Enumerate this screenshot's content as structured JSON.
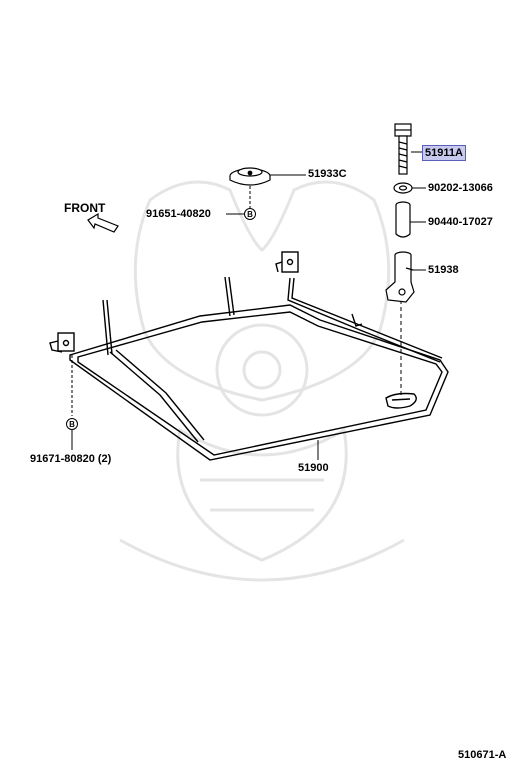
{
  "diagram": {
    "front_label": "FRONT",
    "ref_code": "510671-A",
    "parts": {
      "p51911A": "51911A",
      "p90202": "90202-13066",
      "p90440": "90440-17027",
      "p51938": "51938",
      "p51933C": "51933C",
      "p91651": "91651-40820",
      "p91671": "91671-80820 (2)",
      "p51900": "51900"
    },
    "circle_marker": "B"
  }
}
